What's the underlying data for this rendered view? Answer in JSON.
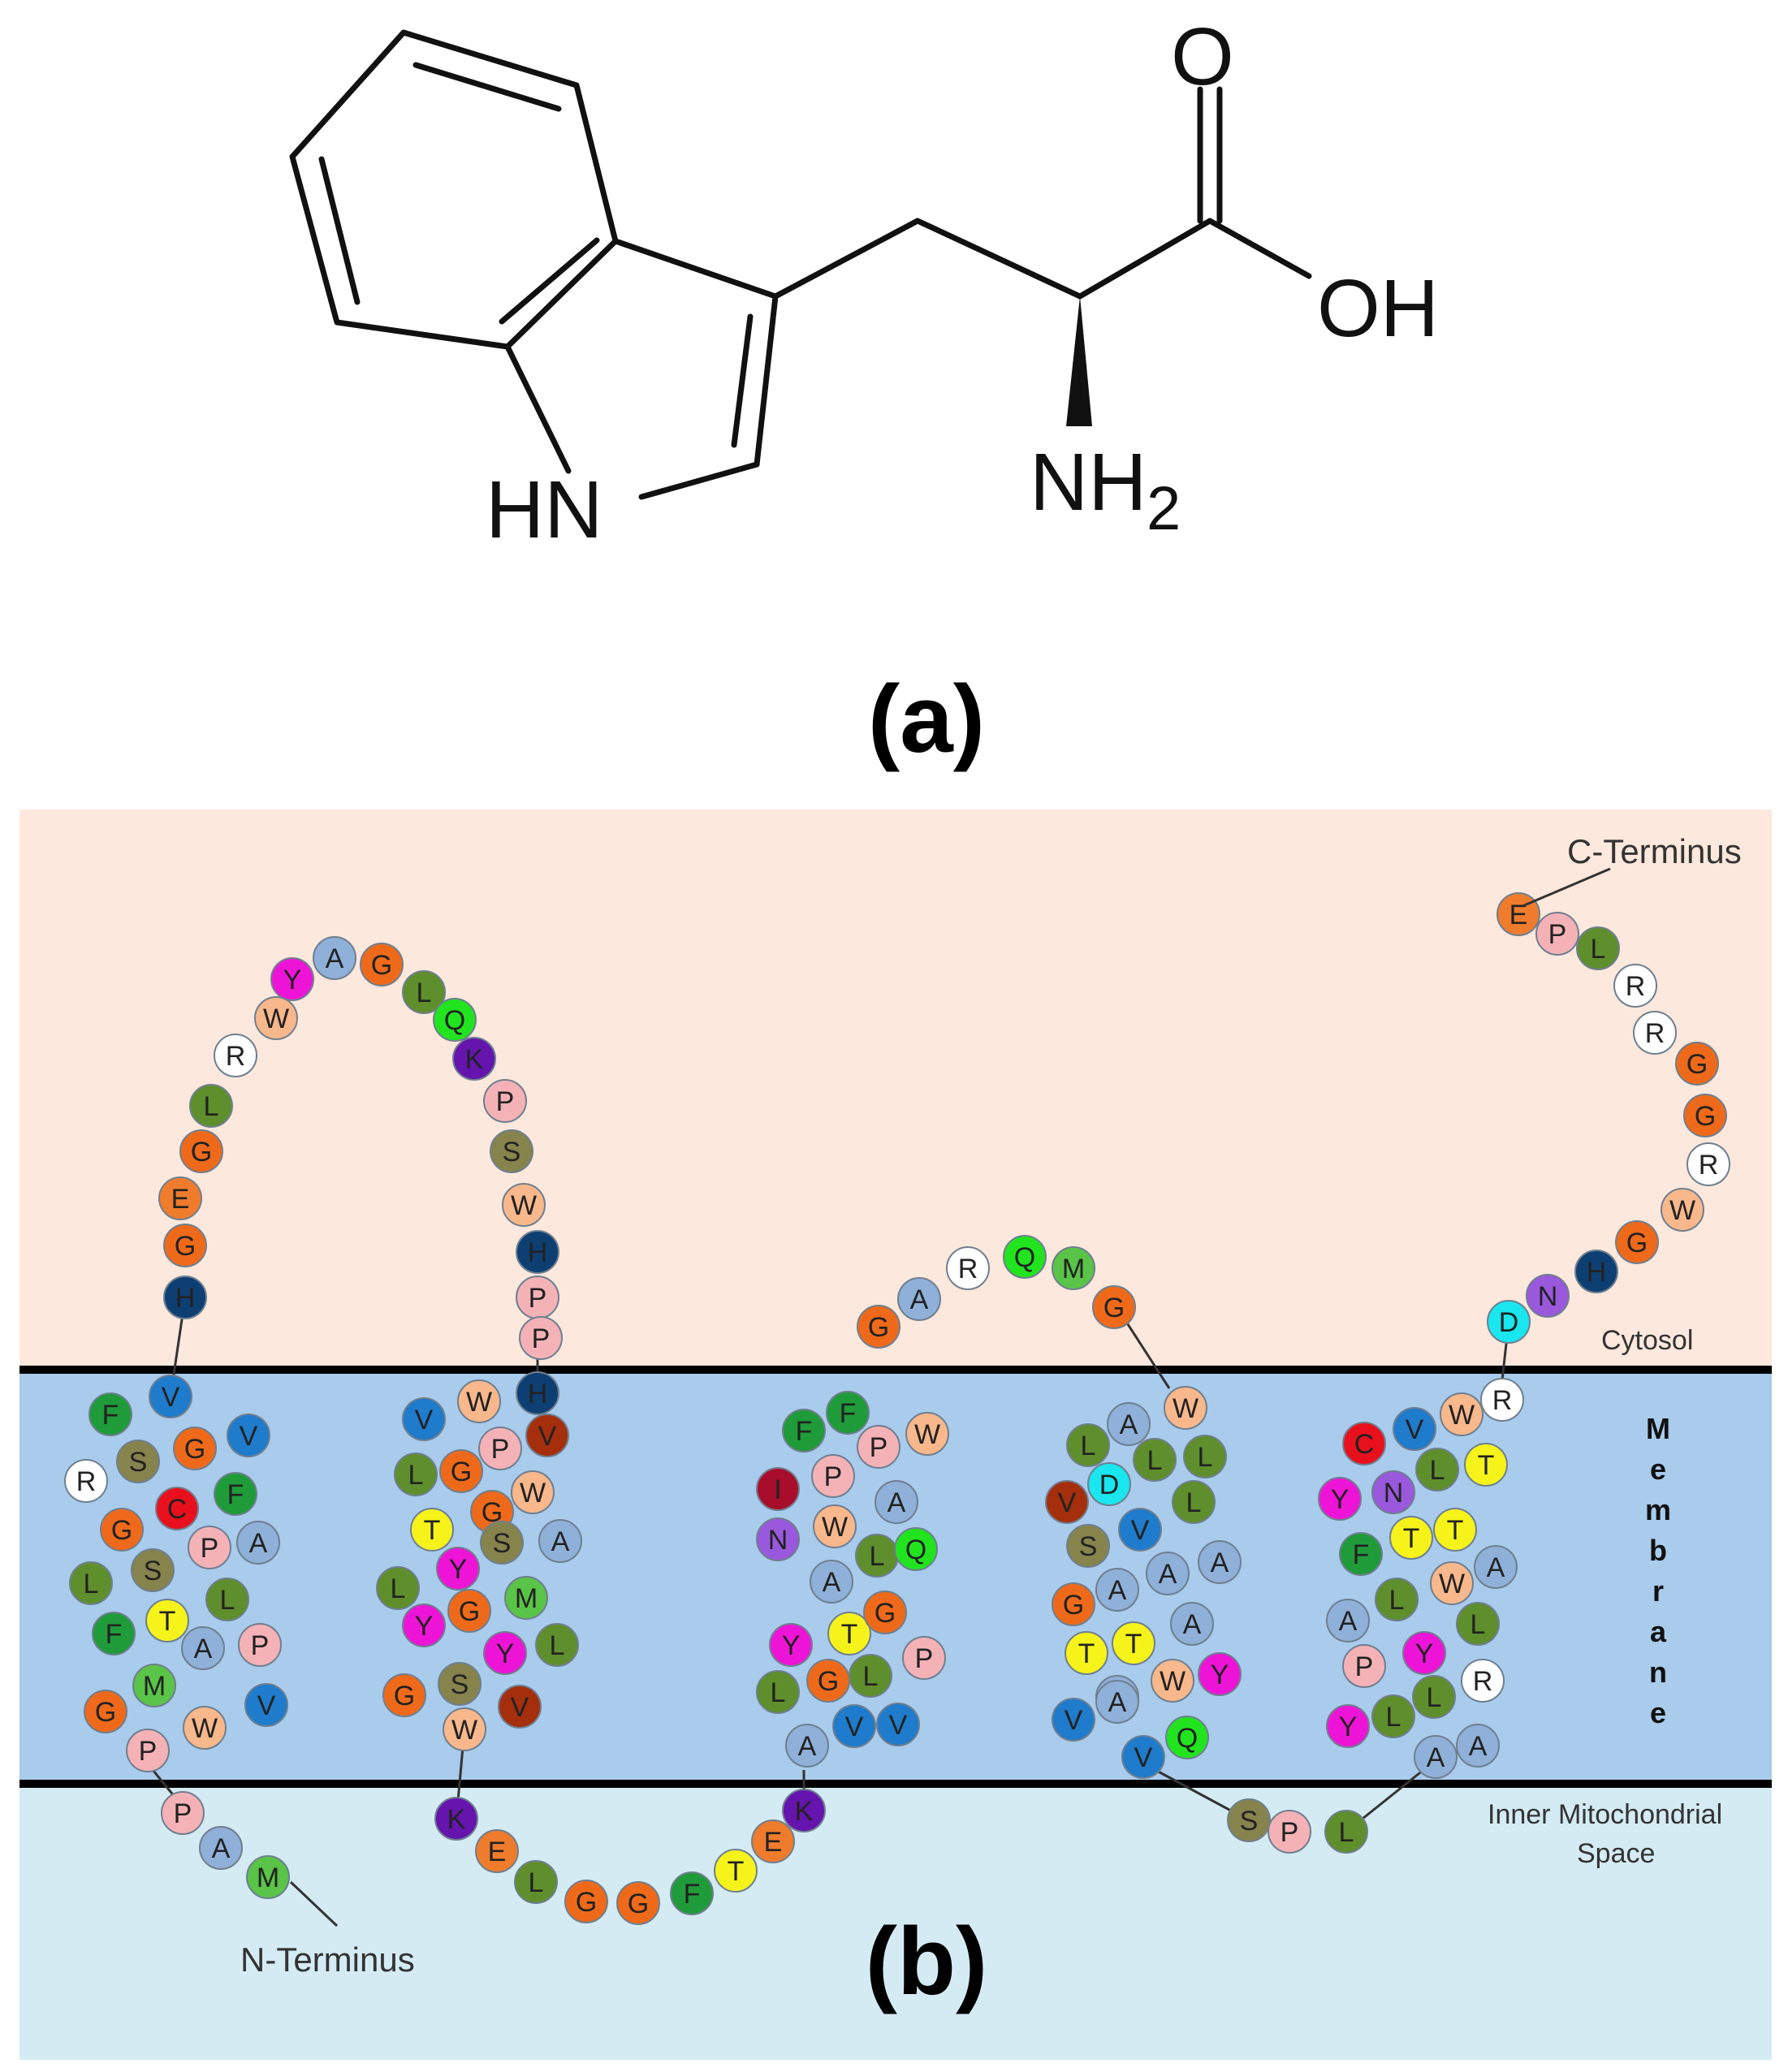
{
  "panel_a": {
    "label": "(a)",
    "atoms": {
      "nh": "HN",
      "o": "O",
      "oh": "OH",
      "nh2": "NH",
      "nh2_sub": "2"
    }
  },
  "panel_b": {
    "label": "(b)",
    "regions": {
      "c_terminus": "C-Terminus",
      "n_terminus": "N-Terminus",
      "cytosol": "Cytosol",
      "membrane": "Membrane",
      "ims": [
        "Inner Mitochondrial",
        "Space"
      ]
    },
    "colors": {
      "cytosol_bg": "#fce8dc",
      "membrane_bg": "#a9cbec",
      "ims_bg": "#d4ebf3",
      "membrane_line": "#000000"
    },
    "residue_colors": {
      "A": "#8fb0d8",
      "C": "#e8101c",
      "D": "#19e6ee",
      "E": "#ef7c2c",
      "F": "#1f9b3a",
      "G": "#ee6a1a",
      "H": "#0e3f73",
      "I": "#a80e2c",
      "K": "#6514ae",
      "L": "#5f8e2c",
      "M": "#59c447",
      "N": "#9a58dd",
      "P": "#f4b2b7",
      "Q": "#21e41f",
      "R": "#ffffff",
      "S": "#87834d",
      "T": "#f6f31b",
      "V": "#1f7bcb",
      "W": "#f8b88c",
      "Y": "#ee14d7",
      "dark_V": "#a52e0c"
    },
    "residues": [
      {
        "aa": "M",
        "id": "n-M"
      },
      {
        "aa": "A",
        "id": "n-A"
      },
      {
        "aa": "P",
        "id": "n-P1"
      },
      {
        "aa": "P",
        "id": "h1-P"
      },
      {
        "aa": "W",
        "id": "h1-W"
      },
      {
        "aa": "V",
        "id": "h1-V1"
      },
      {
        "aa": "G",
        "id": "h1-G1"
      },
      {
        "aa": "M",
        "id": "h1-M"
      },
      {
        "aa": "A",
        "id": "h1-A1"
      },
      {
        "aa": "P",
        "id": "h1-P2"
      },
      {
        "aa": "F",
        "id": "h1-F1"
      },
      {
        "aa": "T",
        "id": "h1-T"
      },
      {
        "aa": "L",
        "id": "h1-L1"
      },
      {
        "aa": "L",
        "id": "h1-L2"
      },
      {
        "aa": "S",
        "id": "h1-S1"
      },
      {
        "aa": "P",
        "id": "h1-P3"
      },
      {
        "aa": "A",
        "id": "h1-A2"
      },
      {
        "aa": "G",
        "id": "h1-G2"
      },
      {
        "aa": "C",
        "id": "h1-C"
      },
      {
        "aa": "F",
        "id": "h1-F2"
      },
      {
        "aa": "R",
        "id": "h1-R"
      },
      {
        "aa": "S",
        "id": "h1-S2"
      },
      {
        "aa": "G",
        "id": "h1-G3"
      },
      {
        "aa": "V",
        "id": "h1-V2"
      },
      {
        "aa": "F",
        "id": "h1-F3"
      },
      {
        "aa": "V",
        "id": "h1-V3"
      },
      {
        "aa": "H",
        "id": "l1-H"
      },
      {
        "aa": "G",
        "id": "l1-G1"
      },
      {
        "aa": "E",
        "id": "l1-E"
      },
      {
        "aa": "G",
        "id": "l1-G2"
      },
      {
        "aa": "L",
        "id": "l1-L1"
      },
      {
        "aa": "R",
        "id": "l1-R"
      },
      {
        "aa": "W",
        "id": "l1-W1"
      },
      {
        "aa": "Y",
        "id": "l1-Y"
      },
      {
        "aa": "A",
        "id": "l1-A"
      },
      {
        "aa": "G",
        "id": "l1-G3"
      },
      {
        "aa": "L",
        "id": "l1-L2"
      },
      {
        "aa": "Q",
        "id": "l1-Q"
      },
      {
        "aa": "K",
        "id": "l1-K"
      },
      {
        "aa": "P",
        "id": "l1-P1"
      },
      {
        "aa": "S",
        "id": "l1-S"
      },
      {
        "aa": "W",
        "id": "l1-W2"
      },
      {
        "aa": "H",
        "id": "l1-H2"
      },
      {
        "aa": "P",
        "id": "l1-P2"
      },
      {
        "aa": "P",
        "id": "l1-P3"
      },
      {
        "aa": "H",
        "id": "h2-H"
      },
      {
        "aa": "W",
        "id": "h2-W1"
      },
      {
        "aa": "V",
        "id": "h2-V1",
        "dark": true
      },
      {
        "aa": "V",
        "id": "h2-V2"
      },
      {
        "aa": "P",
        "id": "h2-P"
      },
      {
        "aa": "W",
        "id": "h2-W2"
      },
      {
        "aa": "L",
        "id": "h2-L1"
      },
      {
        "aa": "G",
        "id": "h2-G1"
      },
      {
        "aa": "G",
        "id": "h2-G2"
      },
      {
        "aa": "T",
        "id": "h2-T"
      },
      {
        "aa": "S",
        "id": "h2-S1"
      },
      {
        "aa": "A",
        "id": "h2-A"
      },
      {
        "aa": "Y",
        "id": "h2-Y1"
      },
      {
        "aa": "L",
        "id": "h2-L2"
      },
      {
        "aa": "M",
        "id": "h2-M"
      },
      {
        "aa": "Y",
        "id": "h2-Y2"
      },
      {
        "aa": "G",
        "id": "h2-G3"
      },
      {
        "aa": "Y",
        "id": "h2-Y3"
      },
      {
        "aa": "L",
        "id": "h2-L3"
      },
      {
        "aa": "G",
        "id": "h2-G4"
      },
      {
        "aa": "S",
        "id": "h2-S2"
      },
      {
        "aa": "V",
        "id": "h2-V3",
        "dark": true
      },
      {
        "aa": "W",
        "id": "h2-W3"
      },
      {
        "aa": "K",
        "id": "l2-K1"
      },
      {
        "aa": "E",
        "id": "l2-E1"
      },
      {
        "aa": "L",
        "id": "l2-L"
      },
      {
        "aa": "G",
        "id": "l2-G1"
      },
      {
        "aa": "G",
        "id": "l2-G2"
      },
      {
        "aa": "F",
        "id": "l2-F"
      },
      {
        "aa": "T",
        "id": "l2-T"
      },
      {
        "aa": "E",
        "id": "l2-E2"
      },
      {
        "aa": "K",
        "id": "l2-K2"
      },
      {
        "aa": "V",
        "id": "h3-V1"
      },
      {
        "aa": "V",
        "id": "h3-V2"
      },
      {
        "aa": "A",
        "id": "h3-A1"
      },
      {
        "aa": "L",
        "id": "h3-L1"
      },
      {
        "aa": "G",
        "id": "h3-G1"
      },
      {
        "aa": "P",
        "id": "h3-P1"
      },
      {
        "aa": "Y",
        "id": "h3-Y"
      },
      {
        "aa": "T",
        "id": "h3-T"
      },
      {
        "aa": "G",
        "id": "h3-G2"
      },
      {
        "aa": "L",
        "id": "h3-L2"
      },
      {
        "aa": "A",
        "id": "h3-A2"
      },
      {
        "aa": "L",
        "id": "h3-L3"
      },
      {
        "aa": "Q",
        "id": "h3-Q"
      },
      {
        "aa": "N",
        "id": "h3-N"
      },
      {
        "aa": "W",
        "id": "h3-W1"
      },
      {
        "aa": "A",
        "id": "h3-A3"
      },
      {
        "aa": "I",
        "id": "h3-I"
      },
      {
        "aa": "P",
        "id": "h3-P2"
      },
      {
        "aa": "F",
        "id": "h3-F1"
      },
      {
        "aa": "P",
        "id": "h3-P3"
      },
      {
        "aa": "W",
        "id": "h3-W2"
      },
      {
        "aa": "F",
        "id": "h3-F2"
      },
      {
        "aa": "G",
        "id": "l3-G1"
      },
      {
        "aa": "A",
        "id": "l3-A"
      },
      {
        "aa": "R",
        "id": "l3-R"
      },
      {
        "aa": "Q",
        "id": "l3-Q"
      },
      {
        "aa": "M",
        "id": "l3-M"
      },
      {
        "aa": "G",
        "id": "l3-G2"
      },
      {
        "aa": "W",
        "id": "h4-W1"
      },
      {
        "aa": "A",
        "id": "h4-A1"
      },
      {
        "aa": "L",
        "id": "h4-L1"
      },
      {
        "aa": "L",
        "id": "h4-L2"
      },
      {
        "aa": "L",
        "id": "h4-L3"
      },
      {
        "aa": "D",
        "id": "h4-D"
      },
      {
        "aa": "V",
        "id": "h4-V1",
        "dark": true
      },
      {
        "aa": "L",
        "id": "h4-L4"
      },
      {
        "aa": "V",
        "id": "h4-V2"
      },
      {
        "aa": "S",
        "id": "h4-S"
      },
      {
        "aa": "A",
        "id": "h4-A2"
      },
      {
        "aa": "A",
        "id": "h4-A3"
      },
      {
        "aa": "A",
        "id": "h4-A4"
      },
      {
        "aa": "G",
        "id": "h4-G"
      },
      {
        "aa": "A",
        "id": "h4-A5"
      },
      {
        "aa": "T",
        "id": "h4-T1"
      },
      {
        "aa": "T",
        "id": "h4-T2"
      },
      {
        "aa": "A",
        "id": "h4-A6"
      },
      {
        "aa": "W",
        "id": "h4-W2"
      },
      {
        "aa": "Y",
        "id": "h4-Y"
      },
      {
        "aa": "V",
        "id": "h4-V3"
      },
      {
        "aa": "A",
        "id": "h4-A7"
      },
      {
        "aa": "V",
        "id": "h4-V4"
      },
      {
        "aa": "Q",
        "id": "h4-Q"
      },
      {
        "aa": "S",
        "id": "l4-S"
      },
      {
        "aa": "P",
        "id": "l4-P"
      },
      {
        "aa": "L",
        "id": "l4-L"
      },
      {
        "aa": "A",
        "id": "h5-A1"
      },
      {
        "aa": "A",
        "id": "h5-A2"
      },
      {
        "aa": "Y",
        "id": "h5-Y1"
      },
      {
        "aa": "L",
        "id": "h5-L1"
      },
      {
        "aa": "L",
        "id": "h5-L2"
      },
      {
        "aa": "R",
        "id": "h5-R1"
      },
      {
        "aa": "P",
        "id": "h5-P"
      },
      {
        "aa": "Y",
        "id": "h5-Y2"
      },
      {
        "aa": "L",
        "id": "h5-L3"
      },
      {
        "aa": "A",
        "id": "h5-A3"
      },
      {
        "aa": "L",
        "id": "h5-L4"
      },
      {
        "aa": "W",
        "id": "h5-W1"
      },
      {
        "aa": "A",
        "id": "h5-A4"
      },
      {
        "aa": "F",
        "id": "h5-F"
      },
      {
        "aa": "T",
        "id": "h5-T1"
      },
      {
        "aa": "T",
        "id": "h5-T2"
      },
      {
        "aa": "Y",
        "id": "h5-Y3"
      },
      {
        "aa": "N",
        "id": "h5-N"
      },
      {
        "aa": "L",
        "id": "h5-L5"
      },
      {
        "aa": "T",
        "id": "h5-T3"
      },
      {
        "aa": "C",
        "id": "h5-C"
      },
      {
        "aa": "V",
        "id": "h5-V"
      },
      {
        "aa": "W",
        "id": "h5-W2"
      },
      {
        "aa": "R",
        "id": "h5-R2"
      },
      {
        "aa": "D",
        "id": "c-D"
      },
      {
        "aa": "N",
        "id": "c-N"
      },
      {
        "aa": "H",
        "id": "c-H"
      },
      {
        "aa": "G",
        "id": "c-G1"
      },
      {
        "aa": "W",
        "id": "c-W"
      },
      {
        "aa": "R",
        "id": "c-R1"
      },
      {
        "aa": "G",
        "id": "c-G2"
      },
      {
        "aa": "G",
        "id": "c-G3"
      },
      {
        "aa": "R",
        "id": "c-R2"
      },
      {
        "aa": "R",
        "id": "c-R3"
      },
      {
        "aa": "L",
        "id": "c-L"
      },
      {
        "aa": "P",
        "id": "c-P"
      },
      {
        "aa": "E",
        "id": "c-E"
      }
    ]
  }
}
